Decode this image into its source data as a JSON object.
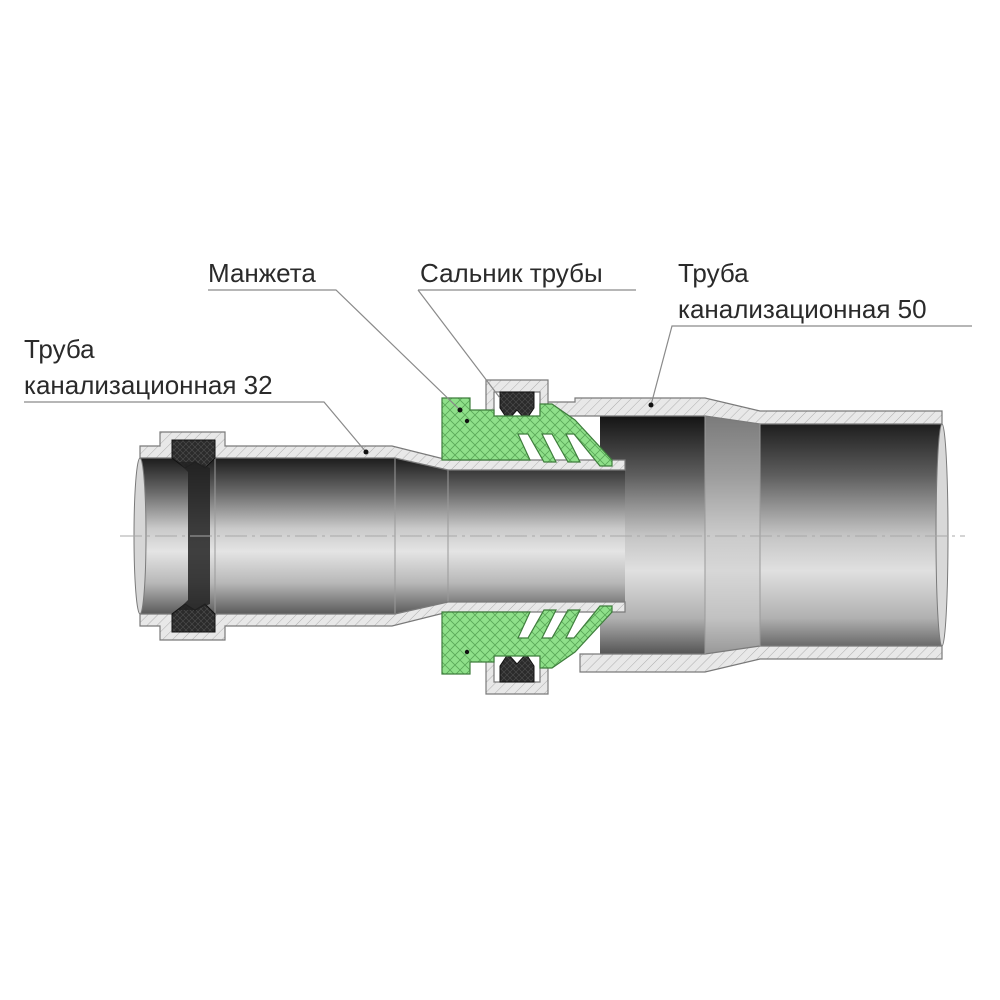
{
  "labels": {
    "cuff": "Манжета",
    "gland": "Сальник трубы",
    "pipe50_line1": "Труба",
    "pipe50_line2": "канализационная 50",
    "pipe32_line1": "Труба",
    "pipe32_line2": "канализационная 32"
  },
  "colors": {
    "gland_green": "#8fe08a",
    "seal_black": "#2b2b2b",
    "pipe_wall": "#e6e6e6",
    "leader": "#8a8a8a"
  }
}
